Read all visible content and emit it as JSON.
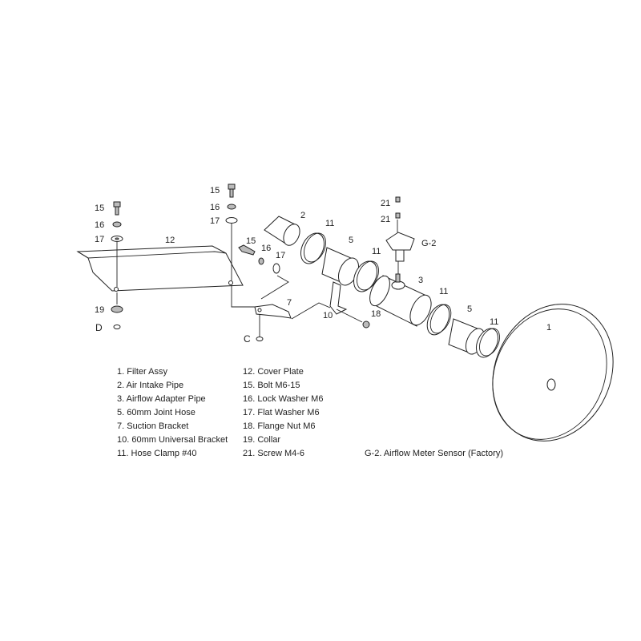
{
  "callouts": {
    "left_bolt": "15",
    "left_lock_washer": "16",
    "left_flat_washer": "17",
    "cover_plate": "12",
    "collar": "19",
    "point_d": "D",
    "mid_bolt": "15",
    "mid_lock_washer": "16",
    "mid_flat_washer": "17",
    "side_bolt": "15",
    "side_lock_washer": "16",
    "side_flat_washer": "17",
    "intake_pipe": "2",
    "clamp_a": "11",
    "hose_a": "5",
    "clamp_b": "11",
    "suction_bracket": "7",
    "universal_bracket": "10",
    "flange_nut": "18",
    "point_c": "C",
    "adapter_pipe": "3",
    "clamp_c": "11",
    "hose_b": "5",
    "clamp_d": "11",
    "filter": "1",
    "screw_a": "21",
    "screw_b": "21",
    "sensor": "G-2"
  },
  "legend": {
    "col1": [
      "1. Filter Assy",
      "2. Air Intake Pipe",
      "3. Airflow Adapter Pipe",
      "5. 60mm Joint Hose",
      "7. Suction Bracket",
      "10. 60mm Universal Bracket",
      "11. Hose Clamp #40"
    ],
    "col2": [
      "12. Cover Plate",
      "15. Bolt M6-15",
      "16. Lock Washer M6",
      "17. Flat Washer M6",
      "18. Flange Nut M6",
      "19. Collar",
      "21. Screw M4-6"
    ],
    "col3": "G-2. Airflow Meter Sensor (Factory)"
  }
}
